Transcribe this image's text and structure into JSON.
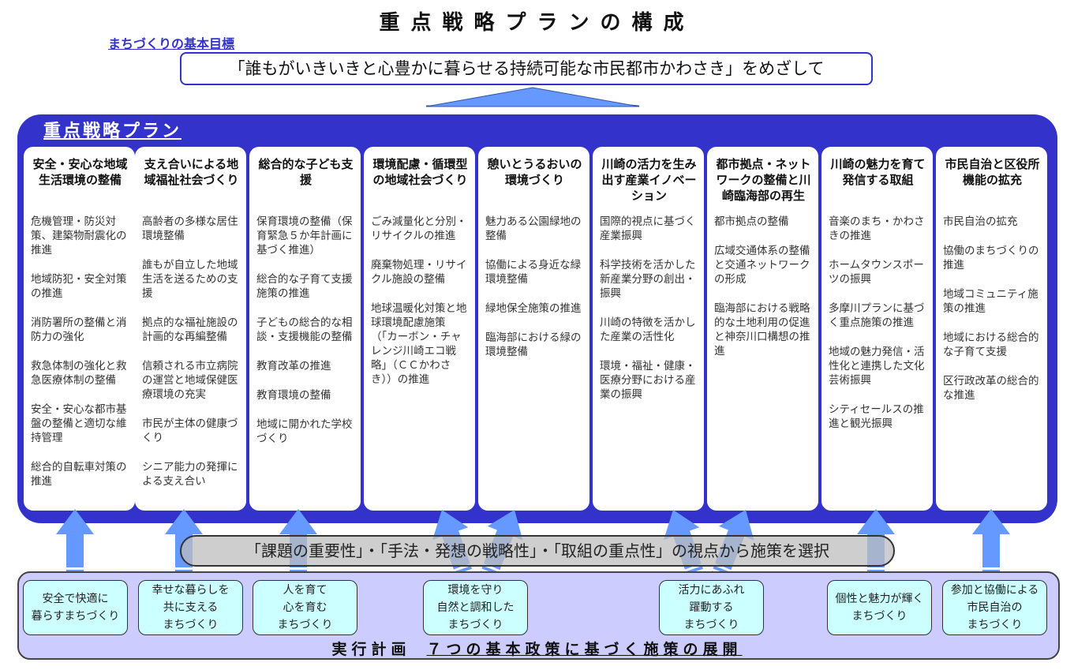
{
  "title": "重点戦略プランの構成",
  "goal": {
    "label": "まちづくりの基本目標",
    "text": "「誰もがいきいきと心豊かに暮らせる持続可能な市民都市かわさき」をめざして"
  },
  "plan": {
    "title": "重点戦略プラン",
    "columns": [
      {
        "heading": "安全・安心な地域生活環境の整備",
        "items": [
          "危機管理・防災対策、建築物耐震化の推進",
          "地域防犯・安全対策の推進",
          "消防署所の整備と消防力の強化",
          "救急体制の強化と救急医療体制の整備",
          "安全・安心な都市基盤の整備と適切な維持管理",
          "総合的自転車対策の推進"
        ]
      },
      {
        "heading": "支え合いによる地域福祉社会づくり",
        "items": [
          "高齢者の多様な居住環境整備",
          "誰もが自立した地域生活を送るための支援",
          "拠点的な福祉施設の計画的な再編整備",
          "信頼される市立病院の運営と地域保健医療環境の充実",
          "市民が主体の健康づくり",
          "シニア能力の発揮による支え合い"
        ]
      },
      {
        "heading": "総合的な子ども支援",
        "items": [
          "保育環境の整備（保育緊急５か年計画に基づく推進）",
          "総合的な子育て支援施策の推進",
          "子どもの総合的な相談・支援機能の整備",
          "教育改革の推進",
          "教育環境の整備",
          "地域に開かれた学校づくり"
        ]
      },
      {
        "heading": "環境配慮・循環型の地域社会づくり",
        "items": [
          "ごみ減量化と分別・リサイクルの推進",
          "廃棄物処理・リサイクル施設の整備",
          "地球温暖化対策と地球環境配慮施策（「カーボン・チャレンジ川崎エコ戦略」（ＣＣかわさき））の推進"
        ]
      },
      {
        "heading": "憩いとうるおいの環境づくり",
        "items": [
          "魅力ある公園緑地の整備",
          "協働による身近な緑環境整備",
          "緑地保全施策の推進",
          "臨海部における緑の環境整備"
        ]
      },
      {
        "heading": "川崎の活力を生み出す産業イノベーション",
        "items": [
          "国際的視点に基づく産業振興",
          "科学技術を活かした新産業分野の創出・振興",
          "川崎の特徴を活かした産業の活性化",
          "環境・福祉・健康・医療分野における産業の振興"
        ]
      },
      {
        "heading": "都市拠点・ネットワークの整備と川崎臨海部の再生",
        "items": [
          "都市拠点の整備",
          "広域交通体系の整備と交通ネットワークの形成",
          "臨海部における戦略的な土地利用の促進と神奈川口構想の推進"
        ]
      },
      {
        "heading": "川崎の魅力を育て発信する取組",
        "items": [
          "音楽のまち・かわさきの推進",
          "ホームタウンスポーツの振興",
          "多摩川プランに基づく重点施策の推進",
          "地域の魅力発信・活性化と連携した文化芸術振興",
          "シティセールスの推進と観光振興"
        ]
      },
      {
        "heading": "市民自治と区役所機能の拡充",
        "items": [
          "市民自治の拡充",
          "協働のまちづくりの推進",
          "地域コミュニティ施策の推進",
          "地域における総合的な子育て支援",
          "区行政改革の総合的な推進"
        ]
      }
    ]
  },
  "filter": "「課題の重要性」・「手法・発想の戦略性」・「取組の重点性」の視点から施策を選択",
  "execution": {
    "label": "実行計画",
    "subtitle": "７つの基本政策に基づく施策の展開",
    "policies": [
      "安全で快適に\n暮らすまちづくり",
      "幸せな暮らしを\n共に支える\nまちづくり",
      "人を育て\n心を育む\nまちづくり",
      "環境を守り\n自然と調和した\nまちづくり",
      "活力にあふれ\n躍動する\nまちづくり",
      "個性と魅力が輝く\nまちづくり",
      "参加と協働による\n市民自治の\nまちづくり"
    ]
  },
  "colors": {
    "panel": "#3333cc",
    "arrow": "#6699ff",
    "policy_bg": "#ccffff",
    "exec_bg": "#ccccff"
  }
}
